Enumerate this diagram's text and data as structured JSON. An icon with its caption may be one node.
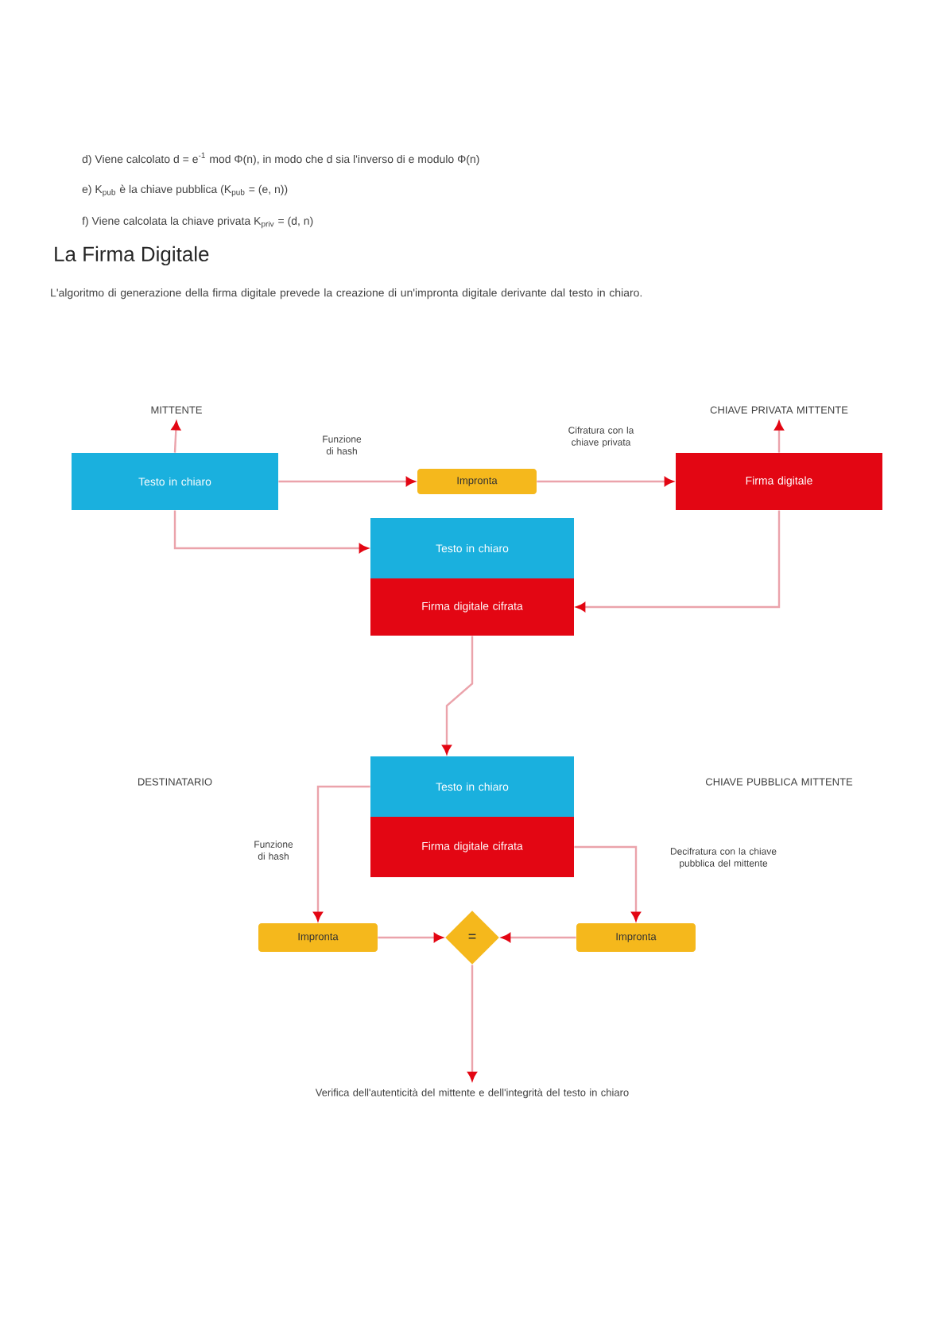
{
  "diagram": {
    "title": "La Firma Digitale",
    "nodes": [
      {
        "text": [
          "MITTENTE"
        ]
      },
      {
        "text": [
          "Testo in chiaro"
        ]
      },
      {
        "text": [
          "Impronta"
        ]
      },
      {
        "text": [
          "CHIAVE PRIVATA MITTENTE"
        ]
      },
      {
        "text": [
          "Firma digitale"
        ]
      },
      {
        "text": [
          "Testo in chiaro"
        ]
      },
      {
        "text": [
          "Firma digitale cifrata"
        ]
      },
      {
        "text": [
          "DESTINATARIO"
        ]
      },
      {
        "text": [
          "CHIAVE PUBBLICA MITTENTE"
        ]
      },
      {
        "text": [
          "Testo in chiaro"
        ]
      },
      {
        "text": [
          "Firma digitale cifrata"
        ]
      },
      {
        "text": [
          "Impronta"
        ]
      },
      {
        "text": [
          "="
        ]
      },
      {
        "text": [
          "Impronta"
        ]
      },
      {
        "text": [
          "Verifica dell'autenticità del mittente e dell'integrità del testo in chiaro"
        ]
      }
    ],
    "edges": [
      {
        "from": 1,
        "to": 0,
        "arrow": "to"
      },
      {
        "from": 4,
        "to": 3,
        "arrow": "to"
      },
      {
        "from": 1,
        "to": 2,
        "arrow": "to",
        "label": "Funzione di hash"
      },
      {
        "from": 2,
        "to": 4,
        "arrow": "to",
        "label": "Cifratura con la chiave privata"
      },
      {
        "from": 1,
        "to": 5,
        "arrow": "to"
      },
      {
        "from": 4,
        "to": 6,
        "arrow": "to"
      },
      {
        "from": 6,
        "to": 9,
        "arrow": "to"
      },
      {
        "from": 9,
        "to": 11,
        "arrow": "to",
        "label": "Funzione di hash"
      },
      {
        "from": 10,
        "to": 13,
        "arrow": "to",
        "label": "Decifratura con la chiave pubblica del mittente"
      },
      {
        "from": 11,
        "to": 12,
        "arrow": "to"
      },
      {
        "from": 13,
        "to": 12,
        "arrow": "to"
      },
      {
        "from": 12,
        "to": 14,
        "arrow": "to"
      }
    ],
    "labels": [
      "d) Viene calcolato d = e$^{-1}$ mod Φ(n), in modo che d sia l'inverso di e modulo Φ(n)",
      "e) K$_{pub}$ è la chiave pubblica (K$_{pub}$ = (e, n))",
      "f) Viene calcolata la chiave privata K$_{priv}$ = (d, n)",
      "L'algoritmo di generazione della firma digitale prevede la creazione di un'impronta digitale derivante dal testo in chiaro."
    ]
  }
}
